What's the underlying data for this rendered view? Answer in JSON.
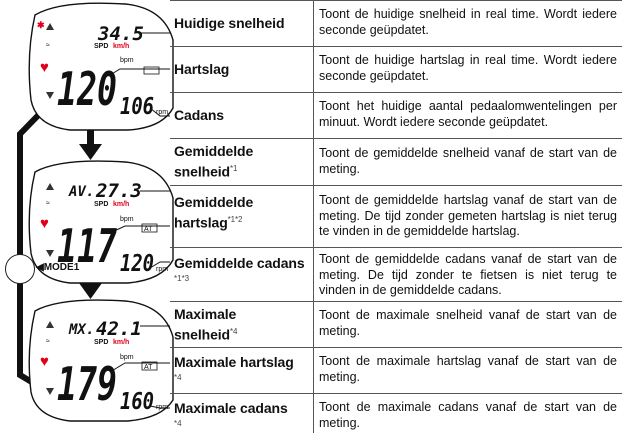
{
  "rows": [
    {
      "label": "Huidige snelheid",
      "note": "",
      "desc": "Toont de huidige snelheid in real time. Wordt iedere seconde geüpdatet."
    },
    {
      "label": "Hartslag",
      "note": "",
      "desc": "Toont de huidige hartslag in real time. Wordt iedere seconde geüpdatet."
    },
    {
      "label": "Cadans",
      "note": "",
      "desc": "Toont het huidige aantal pedaalomwentelingen per minuut. Wordt iedere seconde geüpdatet."
    },
    {
      "label_line1": "Gemiddelde",
      "label_line2": "snelheid",
      "note": "*1",
      "desc": "Toont de gemiddelde snelheid vanaf de start van de meting."
    },
    {
      "label_line1": "Gemiddelde",
      "label_line2": "hartslag",
      "note": "*1*2",
      "desc": "Toont de gemiddelde hartslag vanaf de start van de meting. De tijd zonder gemeten hartslag is niet terug te vinden in de gemiddelde hartslag."
    },
    {
      "label": "Gemiddelde cadans",
      "note": "*1*3",
      "desc": "Toont de gemiddelde cadans vanaf de start van de meting. De tijd zonder te fietsen is niet terug te vinden in de gemiddelde cadans."
    },
    {
      "label_line1": "Maximale",
      "label_line2": "snelheid",
      "note": "*4",
      "desc": "Toont de maximale snelheid vanaf de start van de meting."
    },
    {
      "label": "Maximale hartslag",
      "note": "*4",
      "desc": "Toont de maximale hartslag vanaf de start van de meting."
    },
    {
      "label": "Maximale cadans",
      "note": "*4",
      "desc": "Toont de maximale cadans vanaf de start van de meting."
    }
  ],
  "mode_button": "MODE1",
  "displays": [
    {
      "speed": "34.5",
      "prefix": "",
      "hr": "120",
      "cadence": "106",
      "tag": "",
      "speed_unit": "km/h",
      "spd": "SPD",
      "bpm": "bpm",
      "rpm": "rpm"
    },
    {
      "speed": "27.3",
      "prefix": "AV.",
      "hr": "117",
      "cadence": "120",
      "tag": "AT",
      "speed_unit": "km/h",
      "spd": "SPD",
      "bpm": "bpm",
      "rpm": "rpm"
    },
    {
      "speed": "42.1",
      "prefix": "MX.",
      "hr": "179",
      "cadence": "160",
      "tag": "AT",
      "speed_unit": "km/h",
      "spd": "SPD",
      "bpm": "bpm",
      "rpm": "rpm"
    }
  ],
  "colors": {
    "heart": "#e0001a",
    "speed_unit": "#e0001a",
    "ink": "#111111"
  }
}
